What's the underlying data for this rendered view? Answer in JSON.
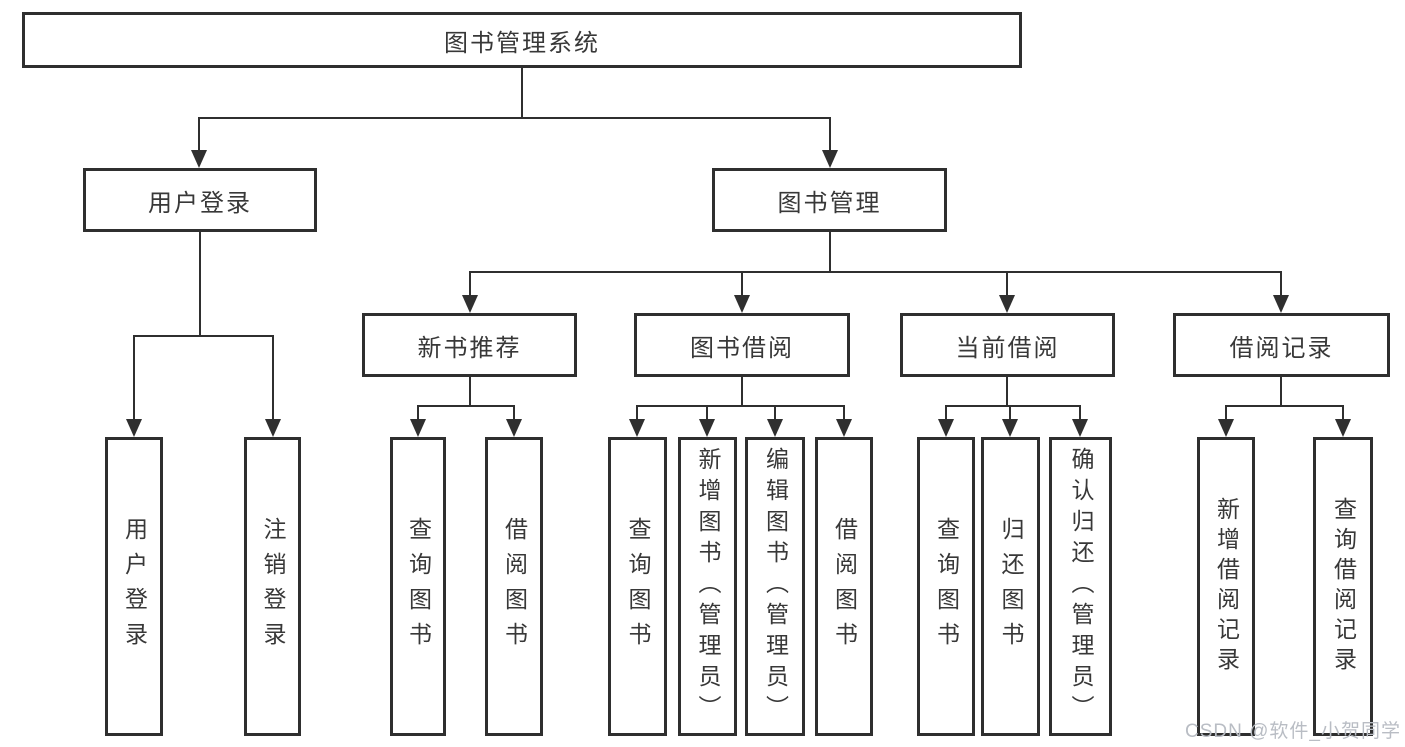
{
  "tree": {
    "label": "图书管理系统",
    "children": [
      {
        "label": "用户登录",
        "children": [
          {
            "label": "用户登录"
          },
          {
            "label": "注销登录"
          }
        ]
      },
      {
        "label": "图书管理",
        "children": [
          {
            "label": "新书推荐",
            "children": [
              {
                "label": "查询图书"
              },
              {
                "label": "借阅图书"
              }
            ]
          },
          {
            "label": "图书借阅",
            "children": [
              {
                "label": "查询图书"
              },
              {
                "label": "新增图书（管理员）"
              },
              {
                "label": "编辑图书（管理员）"
              },
              {
                "label": "借阅图书"
              }
            ]
          },
          {
            "label": "当前借阅",
            "children": [
              {
                "label": "查询图书"
              },
              {
                "label": "归还图书"
              },
              {
                "label": "确认归还（管理员）"
              }
            ]
          },
          {
            "label": "借阅记录",
            "children": [
              {
                "label": "新增借阅记录"
              },
              {
                "label": "查询借阅记录"
              }
            ]
          }
        ]
      }
    ]
  },
  "watermark": {
    "text": "CSDN @软件_小贺同学"
  },
  "colors": {
    "line": "#2f2f2f",
    "text": "#383838",
    "boxbg": "#ffffff",
    "wm": "#b9bdc4"
  }
}
